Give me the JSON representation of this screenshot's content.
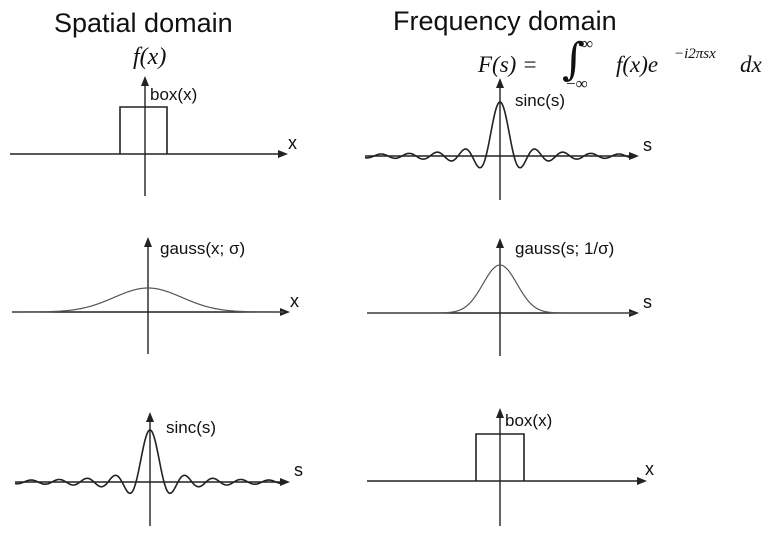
{
  "headings": {
    "spatial": "Spatial domain",
    "frequency": "Frequency domain"
  },
  "formulas": {
    "spatial_fx": "f(x)",
    "fourier_lhs": "F(s) =",
    "integral_upper": "∞",
    "integral_lower": "−∞",
    "integrand": "f(x)e",
    "exponent": "−i2πsx",
    "dx": "dx"
  },
  "plots": {
    "row1_left": {
      "label": "box(x)",
      "axis": "x",
      "function": "box"
    },
    "row1_right": {
      "label": "sinc(s)",
      "axis": "s",
      "function": "sinc"
    },
    "row2_left": {
      "label": "gauss(x; σ)",
      "axis": "x",
      "function": "gauss-wide"
    },
    "row2_right": {
      "label": "gauss(s; 1/σ)",
      "axis": "s",
      "function": "gauss-narrow"
    },
    "row3_left": {
      "label": "sinc(s)",
      "axis": "s",
      "function": "sinc"
    },
    "row3_right": {
      "label": "box(x)",
      "axis": "x",
      "function": "box"
    }
  }
}
